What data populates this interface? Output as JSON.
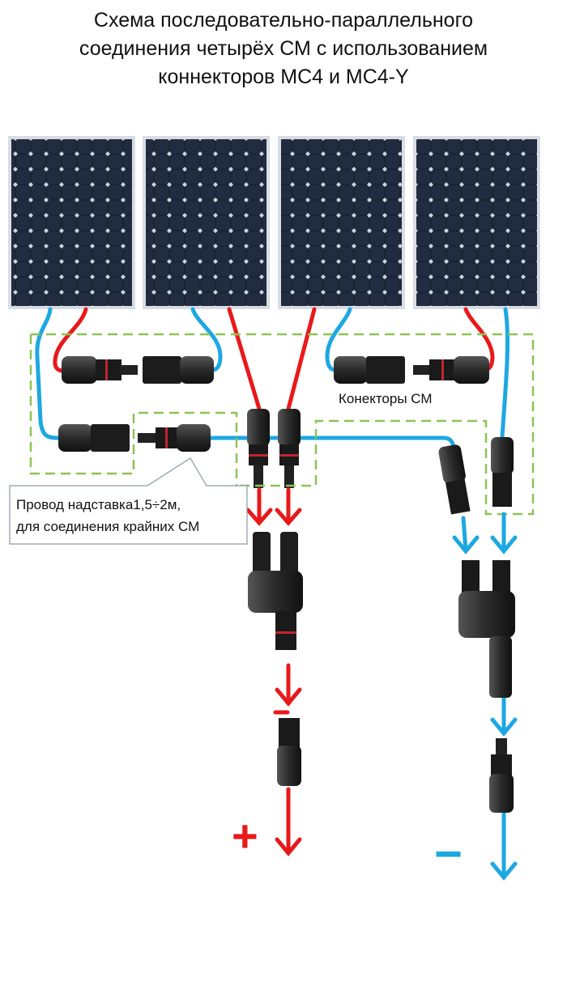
{
  "title": {
    "line1": "Схема последовательно-параллельного",
    "line2": "соединения четырёх СМ с  использованием",
    "line3": "коннекторов МС4 и МС4-Y"
  },
  "labels": {
    "connectors": "Конекторы СМ",
    "extension_line1": "Провод надставка1,5÷2м,",
    "extension_line2": "для соединения крайних СМ",
    "plus": "+",
    "minus": "−"
  },
  "colors": {
    "positive_wire": "#e8191b",
    "negative_wire": "#1ea8e2",
    "dashed_box": "#8dc455",
    "panel": "#1a2233"
  }
}
